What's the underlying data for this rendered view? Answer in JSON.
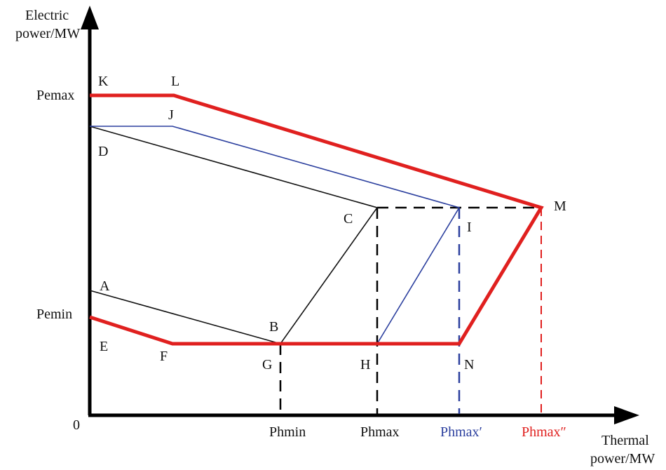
{
  "axes": {
    "y_title_line1": "Electric",
    "y_title_line2": "power/MW",
    "x_title_line1": "Thermal",
    "x_title_line2": "power/MW",
    "origin": "0"
  },
  "y_ticks": {
    "pemax": "Pemax",
    "pemin": "Pemin"
  },
  "x_ticks": {
    "phmin": "Phmin",
    "phmax": "Phmax",
    "phmax_prime": "Phmax′",
    "phmax_double": "Phmax″"
  },
  "points": {
    "K": "K",
    "L": "L",
    "J": "J",
    "D": "D",
    "C": "C",
    "I": "I",
    "M": "M",
    "A": "A",
    "B": "B",
    "E": "E",
    "F": "F",
    "G": "G",
    "H": "H",
    "N": "N"
  },
  "colors": {
    "axis": "#000000",
    "black_region": "#111111",
    "blue_region": "#2b3f9e",
    "red_region": "#e0201f"
  }
}
